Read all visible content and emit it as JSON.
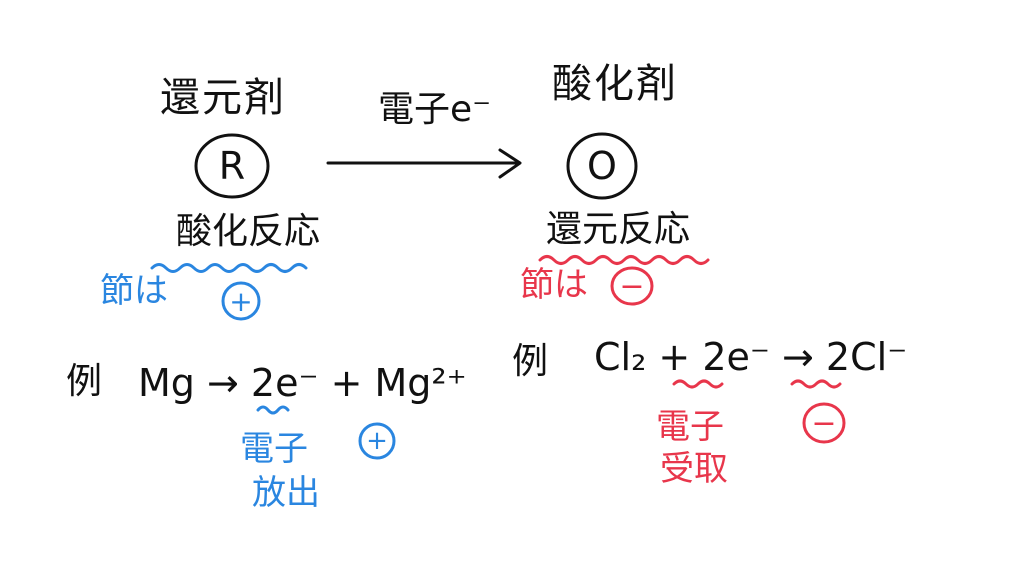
{
  "colors": {
    "ink": "#111111",
    "blue": "#2a86e0",
    "red": "#e8364b"
  },
  "left": {
    "agent": "還元剤",
    "symbol": "R",
    "reaction": "酸化反応",
    "note_label": "節は",
    "note_sign": "+",
    "example_label": "例",
    "example_equation": "Mg → 2e⁻ + Mg²⁺",
    "electron_note": [
      "電子",
      "放出"
    ],
    "ion_sign": "+"
  },
  "arrow_label": "電子e⁻",
  "right": {
    "agent": "酸化剤",
    "symbol": "O",
    "reaction": "還元反応",
    "note_label": "節は",
    "note_sign": "−",
    "example_label": "例",
    "example_equation": "Cl₂ + 2e⁻ → 2Cl⁻",
    "electron_note": [
      "電子",
      "受取"
    ],
    "ion_sign": "−"
  }
}
